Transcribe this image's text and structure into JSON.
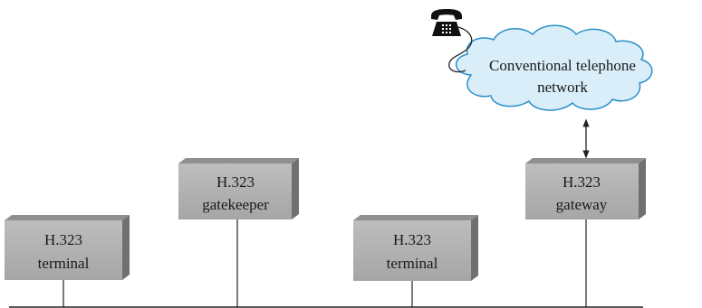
{
  "diagram": {
    "devices": [
      {
        "id": "terminal-left",
        "line1": "H.323",
        "line2": "terminal"
      },
      {
        "id": "gatekeeper",
        "line1": "H.323",
        "line2": "gatekeeper"
      },
      {
        "id": "terminal-right",
        "line1": "H.323",
        "line2": "terminal"
      },
      {
        "id": "gateway",
        "line1": "H.323",
        "line2": "gateway"
      }
    ],
    "cloud": {
      "line1": "Conventional telephone",
      "line2": "network"
    },
    "icons": {
      "phone": "telephone-icon"
    },
    "colors": {
      "box_front": "#b3b3b3",
      "box_top": "#8a8a8a",
      "box_side": "#6e6e6e",
      "cloud_fill": "#d9eef8",
      "cloud_stroke": "#2a8fc9",
      "line": "#222222"
    }
  }
}
